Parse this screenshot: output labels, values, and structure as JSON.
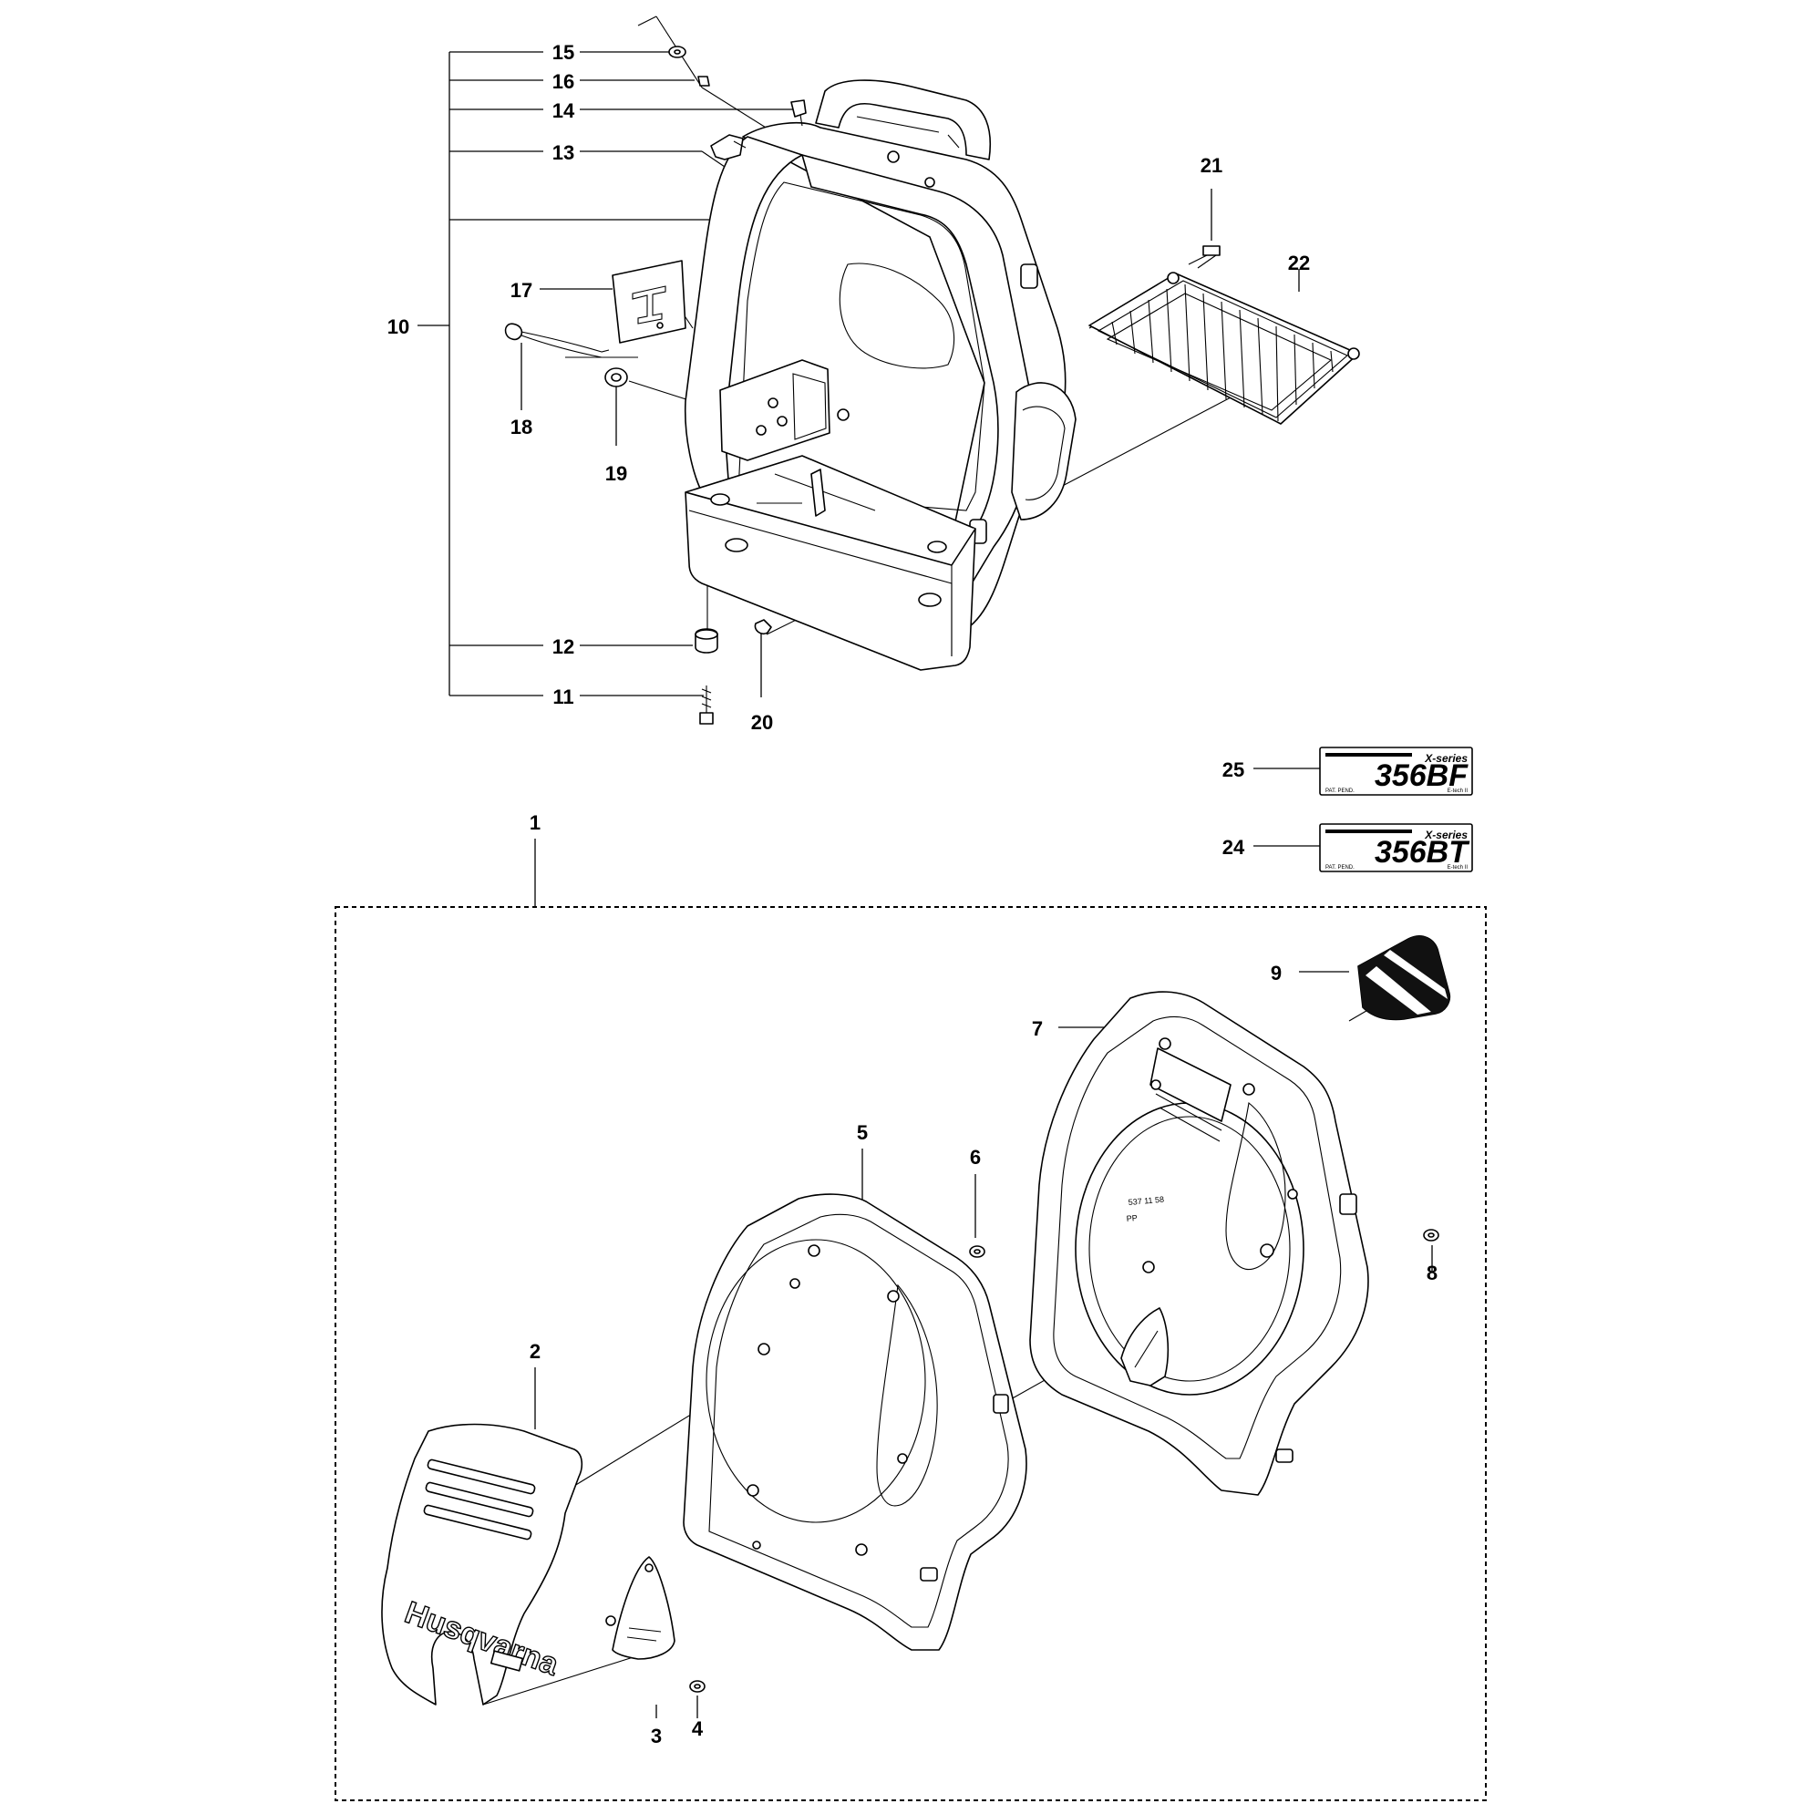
{
  "callouts": {
    "n1": "1",
    "n2": "2",
    "n3": "3",
    "n4": "4",
    "n5": "5",
    "n6": "6",
    "n7": "7",
    "n8": "8",
    "n9": "9",
    "n10": "10",
    "n11": "11",
    "n12": "12",
    "n13": "13",
    "n14": "14",
    "n15": "15",
    "n16": "16",
    "n17": "17",
    "n18": "18",
    "n19": "19",
    "n20": "20",
    "n21": "21",
    "n22": "22",
    "n24": "24",
    "n25": "25"
  },
  "decals": {
    "bf": {
      "series": "X-series",
      "model": "356BF",
      "note": "PAT. PEND.",
      "tech": "E-tech II"
    },
    "bt": {
      "series": "X-series",
      "model": "356BT",
      "note": "PAT. PEND.",
      "tech": "E-tech II"
    }
  },
  "cover": {
    "brand": "Husqvarna"
  },
  "housing": {
    "stamp1": "537 11 58",
    "stamp2": "PP"
  }
}
